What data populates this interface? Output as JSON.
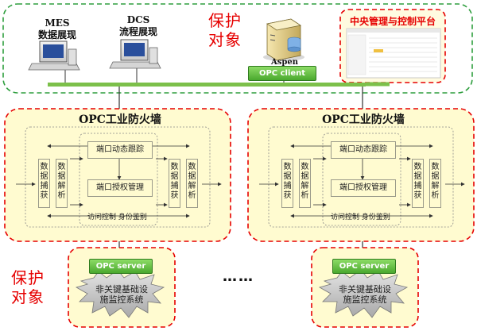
{
  "top": {
    "mes_label": [
      "MES",
      "数据展现"
    ],
    "dcs_label": [
      "DCS",
      "流程展现"
    ],
    "protect_label": [
      "保护",
      "对象"
    ],
    "server_label": "Aspen",
    "opc_client": "OPC client",
    "platform_title": "中央管理与控制平台"
  },
  "firewalls": [
    {
      "title": "OPC工业防火墙",
      "capture": "数据捕获",
      "parse_left": "数据解析",
      "port_trace": "端口动态跟踪",
      "port_auth": "端口授权管理",
      "access_control": "访问控制",
      "identity": "身份鉴别",
      "capture2": "数据捕获",
      "parse_right": "数据解析"
    },
    {
      "title": "OPC工业防火墙",
      "capture": "数据捕获",
      "parse_left": "数据解析",
      "port_trace": "端口动态跟踪",
      "port_auth": "端口授权管理",
      "access_control": "访问控制",
      "identity": "身份鉴别",
      "capture2": "数据捕获",
      "parse_right": "数据解析"
    }
  ],
  "bottom": {
    "protect_label": [
      "保护",
      "对象"
    ],
    "ellipsis": "……",
    "opc_server_left": "OPC server",
    "opc_server_right": "OPC server",
    "system_left": [
      "非关键基础设",
      "施监控系统"
    ],
    "system_right": [
      "非关键基础设",
      "施监控系统"
    ]
  },
  "colors": {
    "green_border": "#2e9e3e",
    "red_border": "#e60000",
    "firewall_fill": "#fffbd0",
    "bus": "#7cc04a",
    "burst_fill": "#c8c8c8"
  }
}
